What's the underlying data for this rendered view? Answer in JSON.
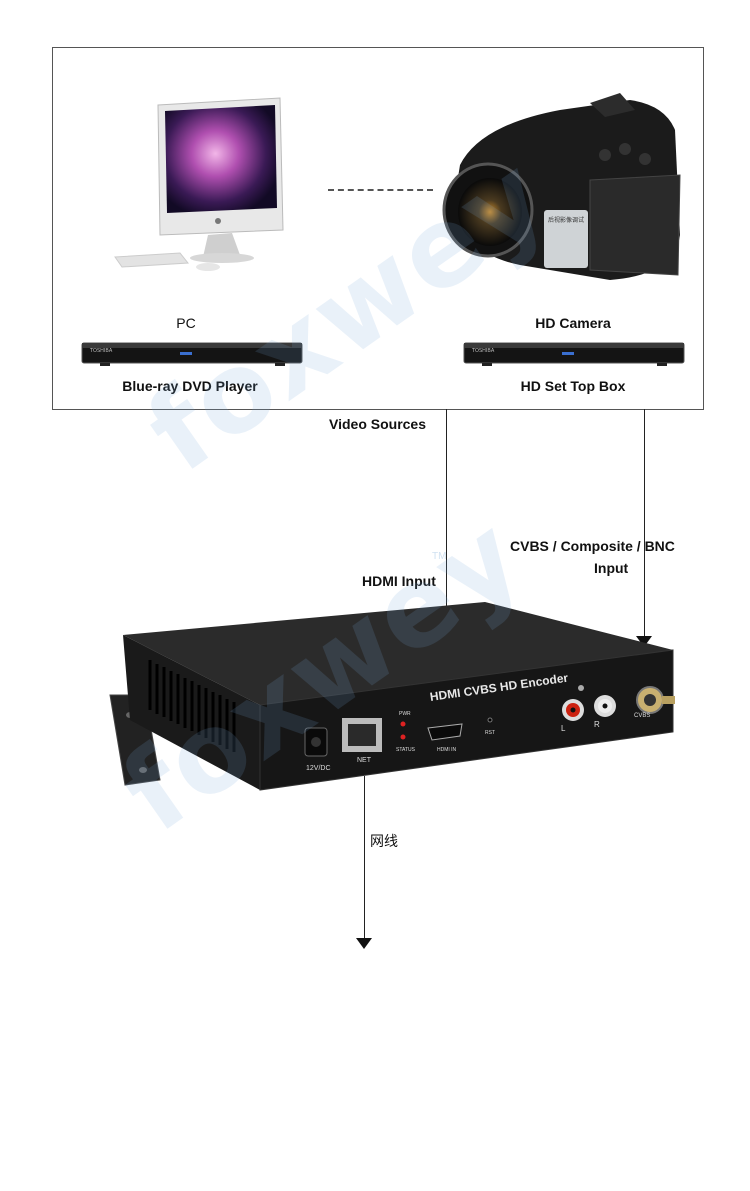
{
  "sources": {
    "pc": "PC",
    "hd_camera": "HD Camera",
    "bluray": "Blue-ray DVD Player",
    "set_top_box": "HD Set Top Box",
    "video_sources": "Video Sources"
  },
  "inputs": {
    "cvbs_line1": "CVBS / Composite / BNC",
    "cvbs_line2": "Input",
    "hdmi": "HDMI Input"
  },
  "device": {
    "model_label": "HDMI CVBS HD Encoder",
    "power": "12V/DC",
    "net": "NET",
    "pwr_led": "PWR",
    "status_led": "STATUS",
    "hdmi_port": "HDMI IN",
    "rst": "RST",
    "audio_l": "L",
    "audio_r": "R",
    "cvbs_port": "CVBS",
    "player_brand": "TOSHIBA",
    "camera_screen_text": "后视影像调试"
  },
  "output": {
    "cable": "网线"
  },
  "watermark": {
    "text": "foxwey",
    "tm": "TM"
  },
  "colors": {
    "device_body": "#1a1a1a",
    "arrow": "#111111",
    "watermark": "#9cc3e6"
  }
}
